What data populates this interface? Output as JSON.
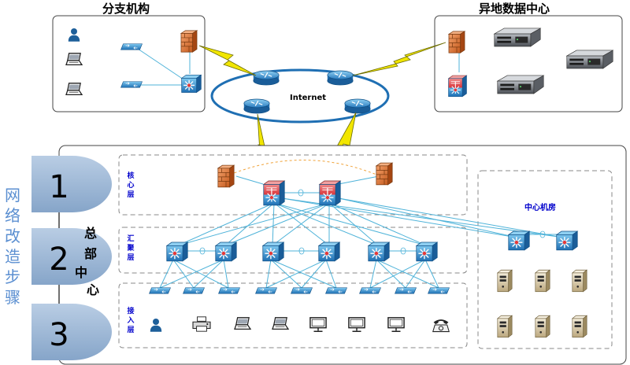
{
  "branch": {
    "title": "分支机构"
  },
  "remote_dc": {
    "title": "异地数据中心"
  },
  "internet": {
    "label": "Internet"
  },
  "side_caption": {
    "chars": [
      "网",
      "络",
      "改",
      "造",
      "步",
      "骤"
    ]
  },
  "steps": [
    {
      "number": "1"
    },
    {
      "number": "2"
    },
    {
      "number": "3"
    }
  ],
  "hq": {
    "chars": [
      "总",
      "部",
      "中",
      "心"
    ]
  },
  "layers": {
    "core": {
      "chars": [
        "核",
        "心",
        "层"
      ]
    },
    "aggregation": {
      "chars": [
        "汇",
        "聚",
        "层"
      ]
    },
    "access": {
      "chars": [
        "接",
        "入",
        "层"
      ]
    }
  },
  "datacenter_room": {
    "label": "中心机房"
  },
  "colors": {
    "link": "#4fb3d9",
    "wan_link": "#f2e600",
    "layer_label": "#0000cc",
    "step_fill": "#9fb8d6",
    "caption": "#5b8fd1",
    "switch_blue": "#1f6fb3",
    "firewall_orange": "#e0722f",
    "router_red": "#d8343a"
  }
}
